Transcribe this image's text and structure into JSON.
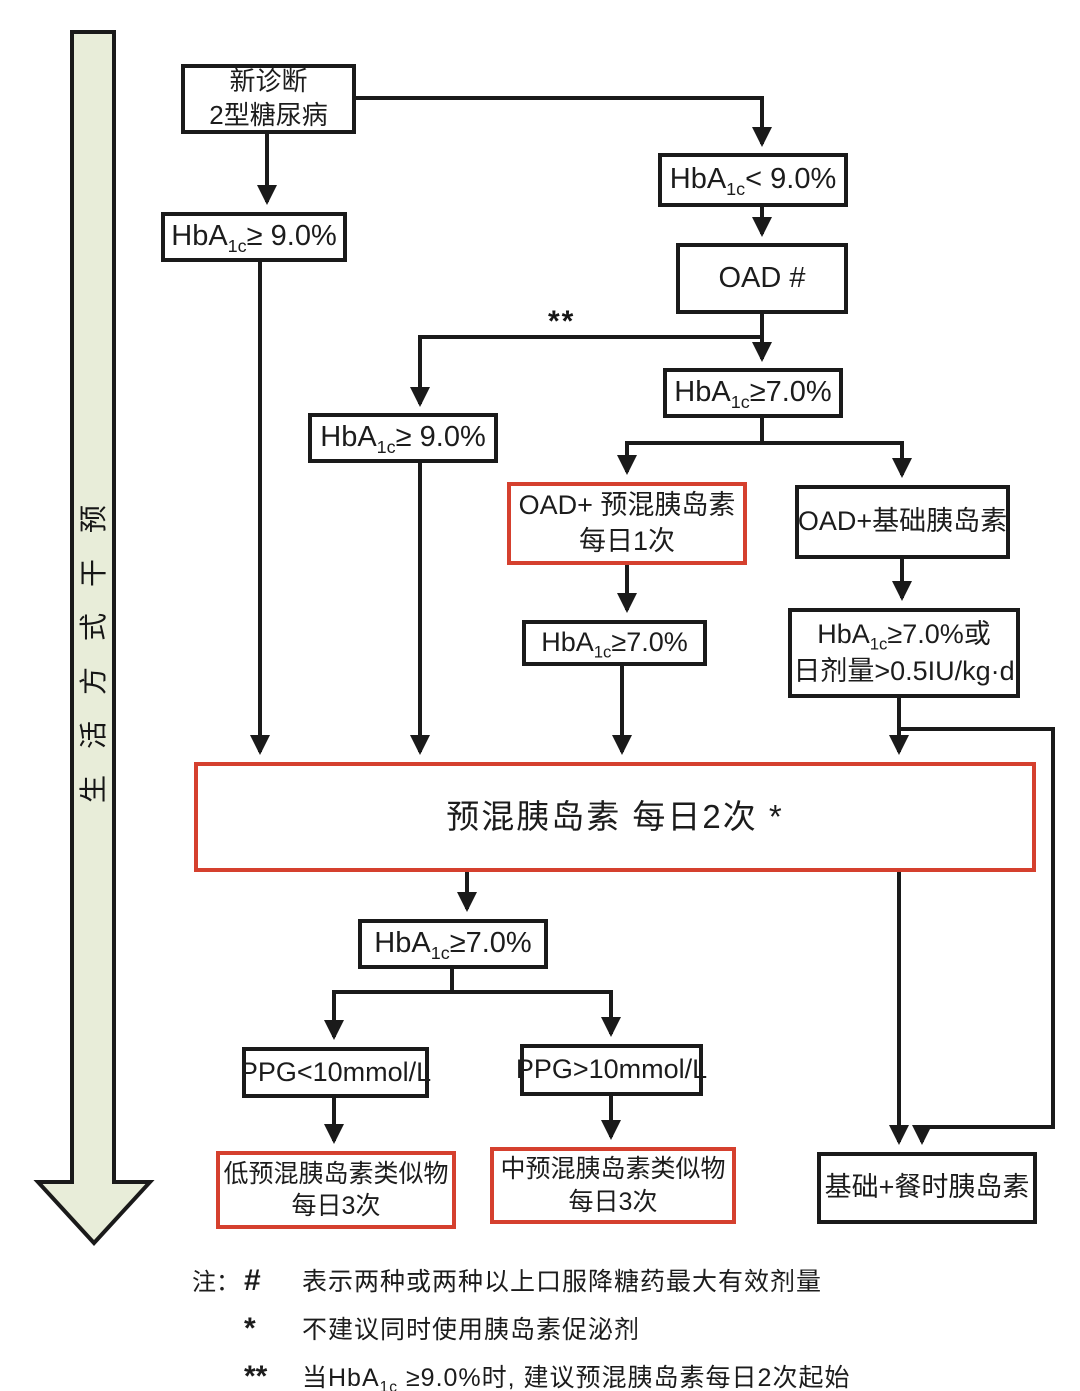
{
  "diagram": {
    "lifestyle_arrow": {
      "label": "生活方式干预"
    },
    "branch_label_double_star": "**",
    "nodes": {
      "new_diagnosis": {
        "line1": "新诊断",
        "line2": "2型糖尿病"
      },
      "hba1c_ge9_left": {
        "pre": "HbA",
        "sub": "1c",
        "post": "≥ 9.0%"
      },
      "hba1c_lt9": {
        "pre": "HbA",
        "sub": "1c",
        "post": "< 9.0%"
      },
      "oad": {
        "label": "OAD #"
      },
      "hba1c_ge7_top": {
        "pre": "HbA",
        "sub": "1c",
        "post": "≥7.0%"
      },
      "hba1c_ge9_mid": {
        "pre": "HbA",
        "sub": "1c",
        "post": "≥ 9.0%"
      },
      "oad_premix_qd": {
        "line1": "OAD+ 预混胰岛素",
        "line2": "每日1次"
      },
      "oad_basal": {
        "label": "OAD+基础胰岛素"
      },
      "hba1c_ge7_mid": {
        "pre": "HbA",
        "sub": "1c",
        "post": "≥7.0%"
      },
      "hba1c_ge7_or_dose": {
        "pre": "HbA",
        "sub": "1c",
        "post": "≥7.0%或",
        "line2": "日剂量>0.5IU/kg·d"
      },
      "premix_bid": {
        "label": "预混胰岛素 每日2次 *"
      },
      "hba1c_ge7_bottom": {
        "pre": "HbA",
        "sub": "1c",
        "post": "≥7.0%"
      },
      "ppg_lt10": {
        "label": "PPG<10mmol/L"
      },
      "ppg_gt10": {
        "label": "PPG>10mmol/L"
      },
      "low_premix_tid": {
        "line1": "低预混胰岛素类似物",
        "line2": "每日3次"
      },
      "mid_premix_tid": {
        "line1": "中预混胰岛素类似物",
        "line2": "每日3次"
      },
      "basal_bolus": {
        "label": "基础+餐时胰岛素"
      }
    },
    "notes": {
      "prefix": "注：",
      "item1": {
        "marker": "#",
        "text": "表示两种或两种以上口服降糖药最大有效剂量"
      },
      "item2": {
        "marker": "*",
        "text": "不建议同时使用胰岛素促泌剂"
      },
      "item3": {
        "marker": "**",
        "pre": "当HbA",
        "sub": "1c",
        "post": " ≥9.0%时, 建议预混胰岛素每日2次起始"
      }
    },
    "colors": {
      "box_border": "#1a1a1a",
      "red_border": "#d5402e",
      "arrow_fill": "#e8edd9"
    }
  }
}
